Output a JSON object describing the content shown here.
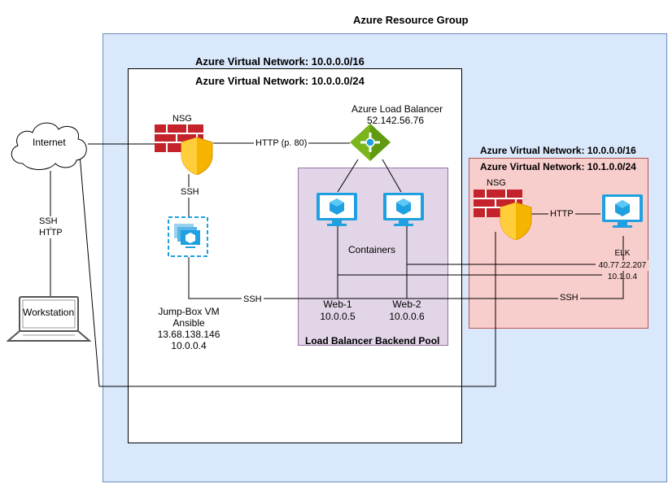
{
  "resource_group": {
    "title": "Azure Resource Group"
  },
  "vnet_outer": {
    "title": "Azure Virtual Network: 10.0.0.0/16",
    "subtitle": "Azure Virtual Network: 10.0.0.0/24"
  },
  "vnet_elk": {
    "title": "Azure Virtual Network: 10.0.0.0/16",
    "subtitle": "Azure Virtual Network: 10.1.0.0/24"
  },
  "internet": {
    "label": "Internet"
  },
  "workstation": {
    "label": "Workstation"
  },
  "nsg_main": {
    "label": "NSG"
  },
  "nsg_elk": {
    "label": "NSG"
  },
  "load_balancer": {
    "name": "Azure Load Balancer",
    "ip": "52.142.56.76"
  },
  "backend_pool": {
    "title": "Load Balancer Backend Pool",
    "containers_label": "Containers"
  },
  "web1": {
    "name": "Web-1",
    "ip": "10.0.0.5"
  },
  "web2": {
    "name": "Web-2",
    "ip": "10.0.0.6"
  },
  "jumpbox": {
    "line1": "Jump-Box VM",
    "line2": "Ansible",
    "line3": "13.68.138.146",
    "line4": "10.0.0.4"
  },
  "elk": {
    "name": "ELK",
    "public_ip": "40.77.22.207",
    "private_ip": "10.1.0.4"
  },
  "edges": {
    "internet_nsg": "HTTP (p. 80)",
    "nsg_jumpbox": "SSH",
    "workstation_internet_1": "SSH",
    "workstation_internet_2": "HTTP",
    "jumpbox_web": "SSH",
    "web_elk": "SSH",
    "nsg_elk": "HTTP"
  },
  "colors": {
    "resource_group_fill": "#dae8fc",
    "elk_vnet_fill": "#f8cecc",
    "backend_pool_fill": "#e1d5e7",
    "vm_icon": "#1fa0e0",
    "firewall": "#c4232c",
    "shield": "#f4b400",
    "load_balancer": "#7ab51d"
  },
  "icons": {
    "cloud": "cloud-icon",
    "laptop": "laptop-icon",
    "firewall": "firewall-icon",
    "load_balancer": "load-balancer-icon",
    "vm": "virtual-machine-icon",
    "vm_scale": "vm-scale-set-icon"
  }
}
